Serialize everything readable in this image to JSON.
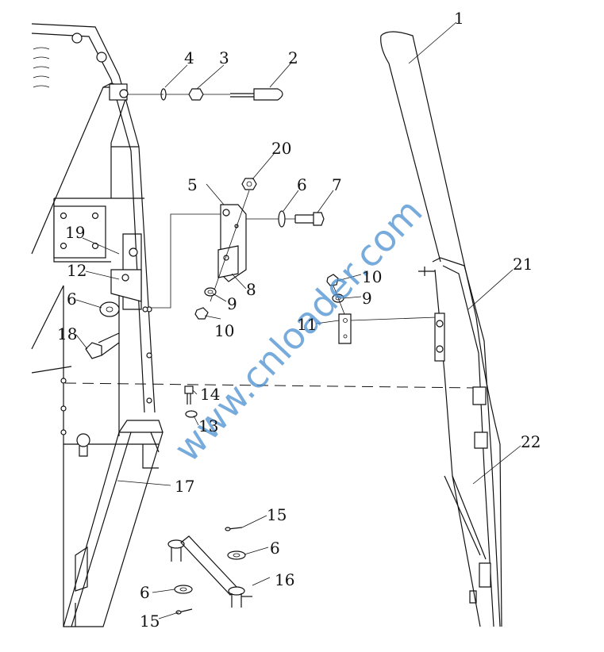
{
  "watermark": "www.cnloader.com",
  "callouts": [
    {
      "id": "c1",
      "label": "1"
    },
    {
      "id": "c2",
      "label": "2"
    },
    {
      "id": "c3",
      "label": "3"
    },
    {
      "id": "c4",
      "label": "4"
    },
    {
      "id": "c5",
      "label": "5"
    },
    {
      "id": "c20",
      "label": "20"
    },
    {
      "id": "c6a",
      "label": "6"
    },
    {
      "id": "c7",
      "label": "7"
    },
    {
      "id": "c19",
      "label": "19"
    },
    {
      "id": "c12",
      "label": "12"
    },
    {
      "id": "c6b",
      "label": "6"
    },
    {
      "id": "c18",
      "label": "18"
    },
    {
      "id": "c8",
      "label": "8"
    },
    {
      "id": "c9a",
      "label": "9"
    },
    {
      "id": "c10a",
      "label": "10"
    },
    {
      "id": "c10b",
      "label": "10"
    },
    {
      "id": "c9b",
      "label": "9"
    },
    {
      "id": "c11",
      "label": "11"
    },
    {
      "id": "c21",
      "label": "21"
    },
    {
      "id": "c14",
      "label": "14"
    },
    {
      "id": "c13",
      "label": "13"
    },
    {
      "id": "c22",
      "label": "22"
    },
    {
      "id": "c17",
      "label": "17"
    },
    {
      "id": "c15a",
      "label": "15"
    },
    {
      "id": "c6c",
      "label": "6"
    },
    {
      "id": "c16",
      "label": "16"
    },
    {
      "id": "c6d",
      "label": "6"
    },
    {
      "id": "c15b",
      "label": "15"
    }
  ]
}
